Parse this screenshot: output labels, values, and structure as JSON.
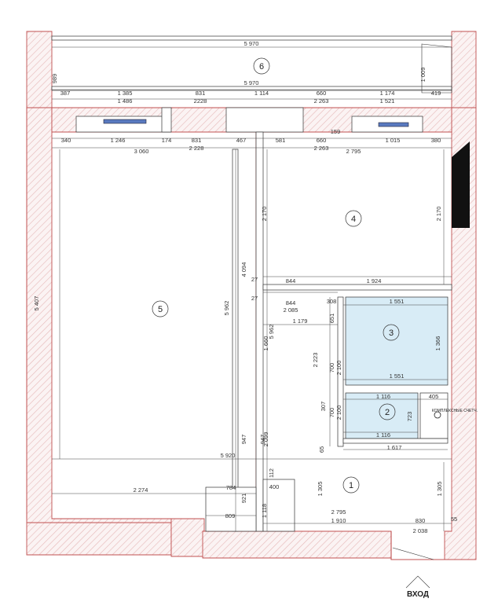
{
  "plan": {
    "entrance_label": "ВХОД",
    "note_label": "КОМПЛЕКСНЫЕ СЧЕТЧ.",
    "rooms": [
      "1",
      "2",
      "3",
      "4",
      "5",
      "6"
    ],
    "dims_h": [
      "5 970",
      "5 970",
      "387",
      "1 385",
      "1 486",
      "831",
      "2228",
      "1 114",
      "660",
      "2 263",
      "1 174",
      "1 521",
      "419",
      "159",
      "340",
      "1 246",
      "174",
      "831",
      "2 228",
      "467",
      "581",
      "660",
      "2 263",
      "1 015",
      "380",
      "3 060",
      "2 795",
      "27",
      "844",
      "1 924",
      "27",
      "844",
      "2 085",
      "308",
      "1 551",
      "1 179",
      "1 551",
      "1 116",
      "405",
      "1 116",
      "1 617",
      "5 920",
      "2 274",
      "784",
      "400",
      "809",
      "1 910",
      "2 795",
      "830",
      "2 038",
      "55"
    ],
    "dims_v": [
      "989",
      "1 009",
      "2 170",
      "2 170",
      "4 094",
      "5 407",
      "5 962",
      "5 962",
      "651",
      "1 660",
      "2 223",
      "700",
      "2 100",
      "1 366",
      "307",
      "700",
      "2 100",
      "723",
      "947",
      "947",
      "2 099",
      "65",
      "112",
      "921",
      "1 305",
      "1 305",
      "1 118"
    ]
  },
  "colors": {
    "wall": "#c05050",
    "wet": "#d8ecf6",
    "line": "#333333"
  }
}
